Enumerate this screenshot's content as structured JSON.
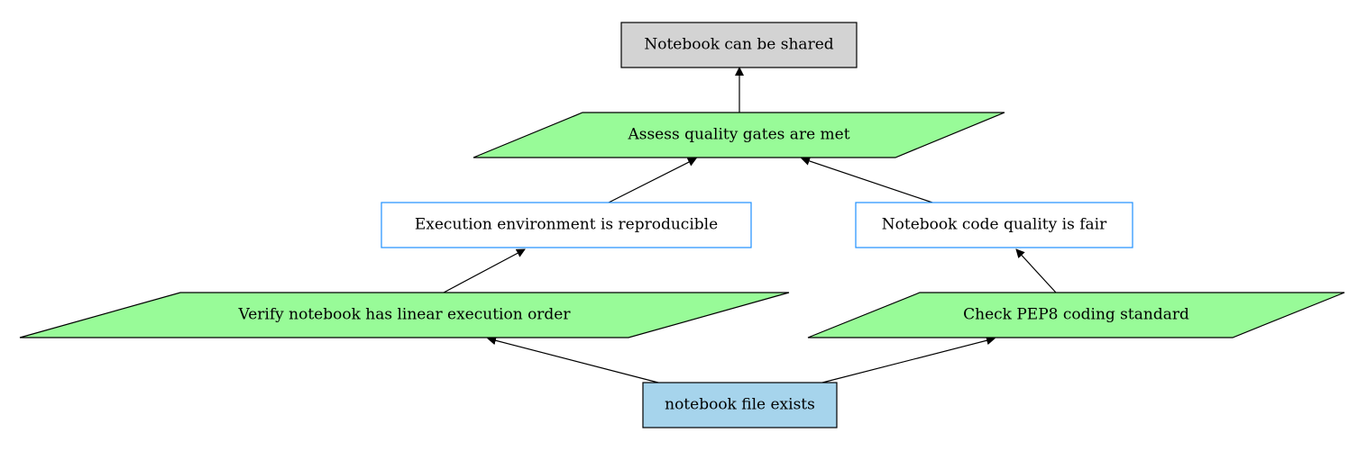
{
  "diagram": {
    "type": "flowchart",
    "direction": "bottom-to-top",
    "colors": {
      "goal_fill": "#d3d3d3",
      "step_fill": "#98fb98",
      "condition_stroke": "#1e90ff",
      "start_fill": "#a6d4ec",
      "edge": "#000000"
    },
    "nodes": {
      "goal": {
        "label": "Notebook can be shared",
        "shape": "box"
      },
      "assess": {
        "label": "Assess quality gates are met",
        "shape": "parallelogram"
      },
      "environment": {
        "label": "Execution environment is reproducible",
        "shape": "box"
      },
      "code_quality": {
        "label": "Notebook code quality is fair",
        "shape": "box"
      },
      "linear_order": {
        "label": "Verify notebook has linear execution order",
        "shape": "parallelogram"
      },
      "pep8": {
        "label": "Check PEP8 coding standard",
        "shape": "parallelogram"
      },
      "start": {
        "label": "notebook file exists",
        "shape": "box"
      }
    },
    "edges": [
      {
        "from": "start",
        "to": "linear_order"
      },
      {
        "from": "start",
        "to": "pep8"
      },
      {
        "from": "linear_order",
        "to": "environment"
      },
      {
        "from": "pep8",
        "to": "code_quality"
      },
      {
        "from": "environment",
        "to": "assess"
      },
      {
        "from": "code_quality",
        "to": "assess"
      },
      {
        "from": "assess",
        "to": "goal"
      }
    ]
  }
}
